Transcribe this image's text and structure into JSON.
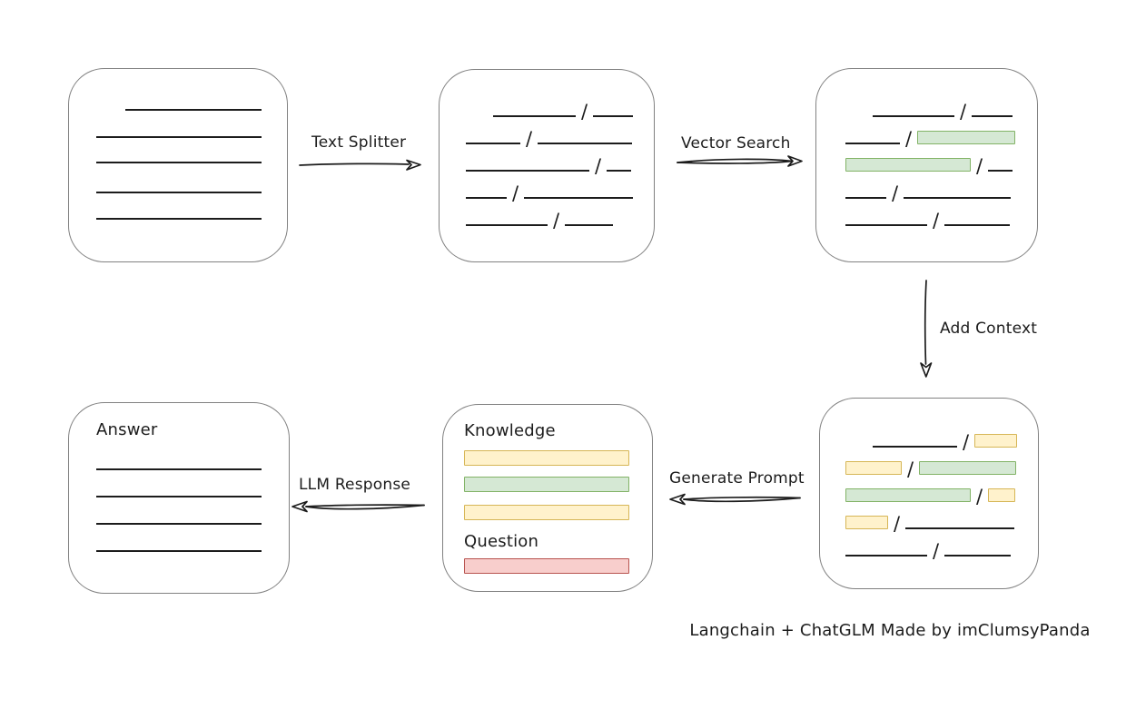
{
  "caption": "Langchain + ChatGLM Made by imClumsyPanda",
  "glyphs": {
    "slash": "/"
  },
  "colors": {
    "ink": "#1c1c1c",
    "box_border": "#818181",
    "green_fill": "#d5e8d4",
    "green_stroke": "#82b366",
    "yellow_fill": "#fff2cc",
    "yellow_stroke": "#d6b656",
    "red_fill": "#f8cecc",
    "red_stroke": "#b85450"
  },
  "arrows": {
    "text_splitter": "Text Splitter",
    "vector_search": "Vector Search",
    "add_context": "Add Context",
    "generate_prompt": "Generate Prompt",
    "llm_response": "LLM Response"
  },
  "boxes": {
    "document": {
      "rows": [
        {
          "h": 30,
          "tokens": [
            {
              "t": "gap",
              "w": 32
            },
            {
              "t": "line",
              "w": 150
            }
          ]
        },
        {
          "h": 30,
          "tokens": [
            {
              "t": "line",
              "w": 182
            }
          ]
        },
        {
          "h": 28,
          "tokens": [
            {
              "t": "line",
              "w": 182
            }
          ]
        },
        {
          "h": 33,
          "tokens": [
            {
              "t": "line",
              "w": 182
            }
          ]
        },
        {
          "h": 29,
          "tokens": [
            {
              "t": "line",
              "w": 182
            }
          ]
        }
      ]
    },
    "chunks": {
      "rows": [
        {
          "h": 30,
          "tokens": [
            {
              "t": "gap",
              "w": 30
            },
            {
              "t": "line",
              "w": 91
            },
            {
              "t": "slash"
            },
            {
              "t": "line",
              "w": 44
            }
          ]
        },
        {
          "h": 30,
          "tokens": [
            {
              "t": "line",
              "w": 60
            },
            {
              "t": "slash"
            },
            {
              "t": "line",
              "w": 104
            }
          ]
        },
        {
          "h": 30,
          "tokens": [
            {
              "t": "line",
              "w": 136
            },
            {
              "t": "slash"
            },
            {
              "t": "line",
              "w": 27
            }
          ]
        },
        {
          "h": 30,
          "tokens": [
            {
              "t": "line",
              "w": 45
            },
            {
              "t": "slash"
            },
            {
              "t": "line",
              "w": 120
            }
          ]
        },
        {
          "h": 30,
          "tokens": [
            {
              "t": "line",
              "w": 90
            },
            {
              "t": "slash"
            },
            {
              "t": "line",
              "w": 53
            }
          ]
        }
      ]
    },
    "retrieved": {
      "rows": [
        {
          "h": 30,
          "tokens": [
            {
              "t": "gap",
              "w": 30
            },
            {
              "t": "line",
              "w": 90
            },
            {
              "t": "slash"
            },
            {
              "t": "line",
              "w": 45
            }
          ]
        },
        {
          "h": 30,
          "tokens": [
            {
              "t": "line",
              "w": 60
            },
            {
              "t": "slash"
            },
            {
              "t": "rect",
              "c": "green",
              "w": 108
            }
          ]
        },
        {
          "h": 30,
          "tokens": [
            {
              "t": "rect",
              "c": "green",
              "w": 138
            },
            {
              "t": "slash"
            },
            {
              "t": "line",
              "w": 27
            }
          ]
        },
        {
          "h": 30,
          "tokens": [
            {
              "t": "line",
              "w": 45
            },
            {
              "t": "slash"
            },
            {
              "t": "line",
              "w": 118
            }
          ]
        },
        {
          "h": 30,
          "tokens": [
            {
              "t": "line",
              "w": 90
            },
            {
              "t": "slash"
            },
            {
              "t": "line",
              "w": 72
            }
          ]
        }
      ]
    },
    "context": {
      "rows": [
        {
          "h": 30,
          "tokens": [
            {
              "t": "gap",
              "w": 30
            },
            {
              "t": "line",
              "w": 93
            },
            {
              "t": "slash"
            },
            {
              "t": "rect",
              "c": "yellow",
              "w": 47
            }
          ]
        },
        {
          "h": 30,
          "tokens": [
            {
              "t": "rect",
              "c": "yellow",
              "w": 62
            },
            {
              "t": "slash"
            },
            {
              "t": "rect",
              "c": "green",
              "w": 107
            }
          ]
        },
        {
          "h": 30,
          "tokens": [
            {
              "t": "rect",
              "c": "green",
              "w": 138
            },
            {
              "t": "slash"
            },
            {
              "t": "rect",
              "c": "yellow",
              "w": 30
            }
          ]
        },
        {
          "h": 30,
          "tokens": [
            {
              "t": "rect",
              "c": "yellow",
              "w": 47
            },
            {
              "t": "slash"
            },
            {
              "t": "line",
              "w": 120
            }
          ]
        },
        {
          "h": 30,
          "tokens": [
            {
              "t": "line",
              "w": 90
            },
            {
              "t": "slash"
            },
            {
              "t": "line",
              "w": 73
            }
          ]
        }
      ]
    },
    "prompt": {
      "rows": [
        {
          "h": 39,
          "tokens": [
            {
              "t": "title",
              "text": "Knowledge"
            }
          ]
        },
        {
          "h": 28,
          "tokens": [
            {
              "t": "bar",
              "c": "yellow",
              "w": 182
            }
          ]
        },
        {
          "h": 29,
          "tokens": [
            {
              "t": "bar",
              "c": "green",
              "w": 182
            }
          ]
        },
        {
          "h": 31,
          "tokens": [
            {
              "t": "bar",
              "c": "yellow",
              "w": 182
            }
          ]
        },
        {
          "h": 34,
          "tokens": [
            {
              "t": "title",
              "text": "Question"
            }
          ]
        },
        {
          "h": 25,
          "tokens": [
            {
              "t": "bar",
              "c": "red",
              "w": 182
            }
          ]
        }
      ]
    },
    "answer": {
      "rows": [
        {
          "h": 40,
          "tokens": [
            {
              "t": "title",
              "text": "Answer"
            }
          ]
        },
        {
          "h": 34,
          "tokens": [
            {
              "t": "line",
              "w": 182
            }
          ]
        },
        {
          "h": 30,
          "tokens": [
            {
              "t": "line",
              "w": 182
            }
          ]
        },
        {
          "h": 30,
          "tokens": [
            {
              "t": "line",
              "w": 182
            }
          ]
        },
        {
          "h": 30,
          "tokens": [
            {
              "t": "line",
              "w": 182
            }
          ]
        }
      ]
    }
  }
}
